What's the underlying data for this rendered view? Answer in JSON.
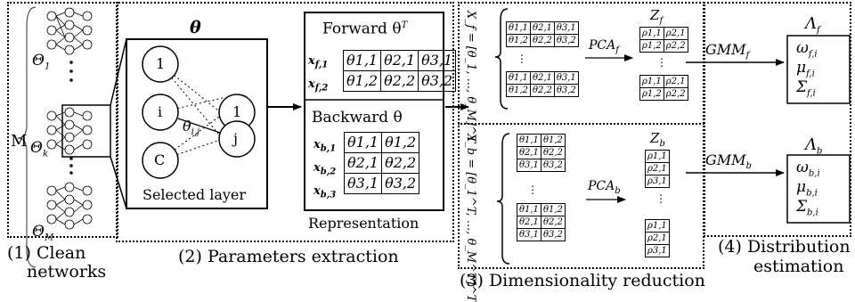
{
  "stages": {
    "s1_line1": "(1) Clean",
    "s1_line2": "networks",
    "s2": "(2) Parameters extraction",
    "s3": "(3) Dimensionality reduction",
    "s4_line1": "(4) Distribution",
    "s4_line2": "estimation"
  },
  "networks": {
    "M": "M",
    "theta1": "Θ",
    "theta1_sub": "1",
    "thetak": "Θ",
    "thetak_sub": "k",
    "thetaM": "Θ",
    "thetaM_sub": "M"
  },
  "layer": {
    "theta": "θ",
    "node_1": "1",
    "node_i": "i",
    "node_C": "C",
    "node_1b": "1",
    "node_j": "j",
    "edge": "θ",
    "edge_sub": "i,j",
    "caption": "Selected layer"
  },
  "representation": {
    "forward_title": "Forward θ",
    "forward_sup": "T",
    "forward_rows": [
      {
        "label": "x",
        "sub": "f,1",
        "cells": [
          "θ1,1",
          "θ2,1",
          "θ3,1"
        ]
      },
      {
        "label": "x",
        "sub": "f,2",
        "cells": [
          "θ1,2",
          "θ2,2",
          "θ3,2"
        ]
      }
    ],
    "backward_title": "Backward θ",
    "backward_rows": [
      {
        "label": "x",
        "sub": "b,1",
        "cells": [
          "θ1,1",
          "θ1,2"
        ]
      },
      {
        "label": "x",
        "sub": "b,2",
        "cells": [
          "θ2,1",
          "θ2,2"
        ]
      },
      {
        "label": "x",
        "sub": "b,3",
        "cells": [
          "θ3,1",
          "θ3,2"
        ]
      }
    ],
    "caption": "Representation"
  },
  "forward_branch": {
    "X_label": "X_f = [θ_1, ..., θ_M]^T",
    "matrix_rows": [
      [
        "θ1,1",
        "θ2,1",
        "θ3,1"
      ],
      [
        "θ1,2",
        "θ2,2",
        "θ3,2"
      ]
    ],
    "ellipsis": "⋮",
    "pca": "PCA",
    "pca_sub": "f",
    "Z": "Z",
    "Z_sub": "f",
    "z_rows": [
      [
        "ρ1,1",
        "ρ2,1"
      ],
      [
        "ρ1,2",
        "ρ2,2"
      ]
    ],
    "gmm": "GMM",
    "gmm_sub": "f",
    "Lambda": "Λ",
    "Lambda_sub": "f",
    "params": [
      {
        "sym": "ω",
        "sub": "f,i"
      },
      {
        "sym": "μ",
        "sub": "f,i"
      },
      {
        "sym": "Σ",
        "sub": "f,i"
      }
    ]
  },
  "backward_branch": {
    "X_label": "X_b = [θ_1^T, ..., θ_M^T]^T",
    "matrix_rows": [
      [
        "θ1,1",
        "θ1,2"
      ],
      [
        "θ2,1",
        "θ2,2"
      ],
      [
        "θ3,1",
        "θ3,2"
      ]
    ],
    "ellipsis": "⋮",
    "pca": "PCA",
    "pca_sub": "b",
    "Z": "Z",
    "Z_sub": "b",
    "z_rows": [
      [
        "ρ1,1"
      ],
      [
        "ρ2,1"
      ],
      [
        "ρ3,1"
      ]
    ],
    "gmm": "GMM",
    "gmm_sub": "b",
    "Lambda": "Λ",
    "Lambda_sub": "b",
    "params": [
      {
        "sym": "ω",
        "sub": "b,i"
      },
      {
        "sym": "μ",
        "sub": "b,i"
      },
      {
        "sym": "Σ",
        "sub": "b,i"
      }
    ]
  }
}
